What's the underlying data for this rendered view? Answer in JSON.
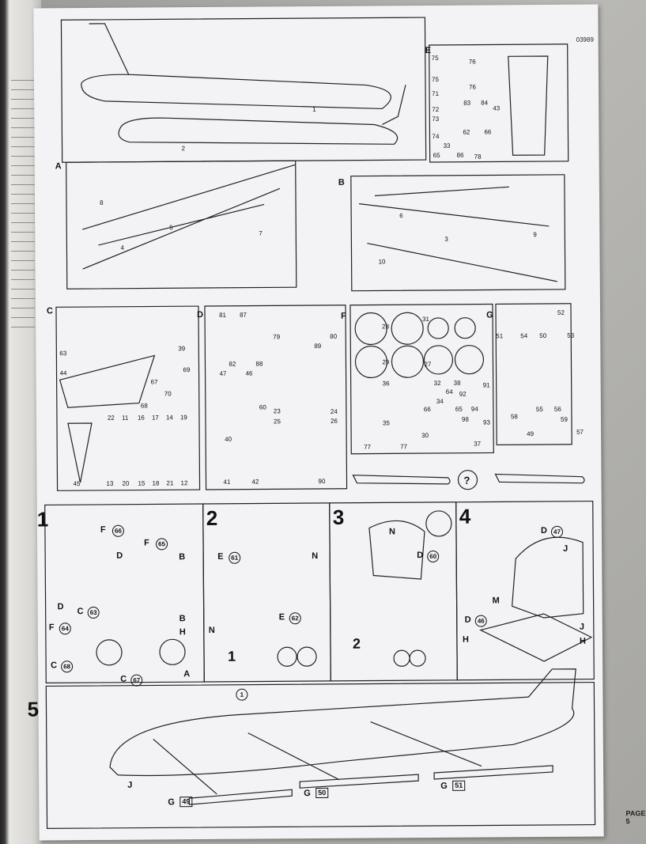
{
  "header": {
    "code": "03989"
  },
  "footer": {
    "page": "PAGE 5"
  },
  "sprues": {
    "A": {
      "letter": "A",
      "parts": [
        "8",
        "5",
        "4",
        "7"
      ]
    },
    "B": {
      "letter": "B",
      "parts": [
        "6",
        "3",
        "9",
        "10"
      ]
    },
    "C": {
      "letter": "C",
      "parts": [
        "63",
        "44",
        "39",
        "69",
        "67",
        "70",
        "68",
        "22",
        "11",
        "16",
        "17",
        "14",
        "19",
        "45",
        "13",
        "20",
        "15",
        "18",
        "21",
        "12"
      ]
    },
    "D": {
      "letter": "D",
      "parts": [
        "81",
        "87",
        "79",
        "80",
        "89",
        "82",
        "88",
        "47",
        "46",
        "60",
        "40",
        "25",
        "24",
        "23",
        "26",
        "41",
        "42",
        "90"
      ]
    },
    "E": {
      "letter": "E",
      "parts": [
        "75",
        "76",
        "75",
        "76",
        "71",
        "83",
        "84",
        "43",
        "72",
        "73",
        "74",
        "62",
        "66",
        "33",
        "65",
        "86",
        "78"
      ]
    },
    "F": {
      "letter": "F",
      "parts": [
        "31",
        "28",
        "27",
        "29",
        "36",
        "32",
        "38",
        "91",
        "64",
        "92",
        "34",
        "66",
        "65",
        "98",
        "94",
        "35",
        "93",
        "30",
        "37",
        "77",
        "77"
      ]
    },
    "G": {
      "letter": "G",
      "parts": [
        "52",
        "51",
        "54",
        "50",
        "53",
        "58",
        "55",
        "56",
        "59",
        "57",
        "49"
      ]
    },
    "fuselage": {
      "parts": [
        "1",
        "2"
      ]
    }
  },
  "question_mark": "?",
  "steps": [
    {
      "num": "1",
      "labels": [
        "F",
        "66",
        "F",
        "65",
        "D",
        "B",
        "D",
        "C",
        "63",
        "B",
        "H",
        "F",
        "64",
        "C",
        "68",
        "C",
        "67",
        "A"
      ]
    },
    {
      "num": "2",
      "labels": [
        "E",
        "61",
        "N",
        "N",
        "E",
        "62",
        "1"
      ]
    },
    {
      "num": "3",
      "labels": [
        "N",
        "D",
        "60",
        "2"
      ]
    },
    {
      "num": "4",
      "labels": [
        "D",
        "47",
        "J",
        "M",
        "D",
        "46",
        "J",
        "H",
        "H"
      ]
    },
    {
      "num": "5",
      "labels": [
        "1",
        "J",
        "G",
        "49",
        "G",
        "50",
        "G",
        "51"
      ]
    }
  ]
}
